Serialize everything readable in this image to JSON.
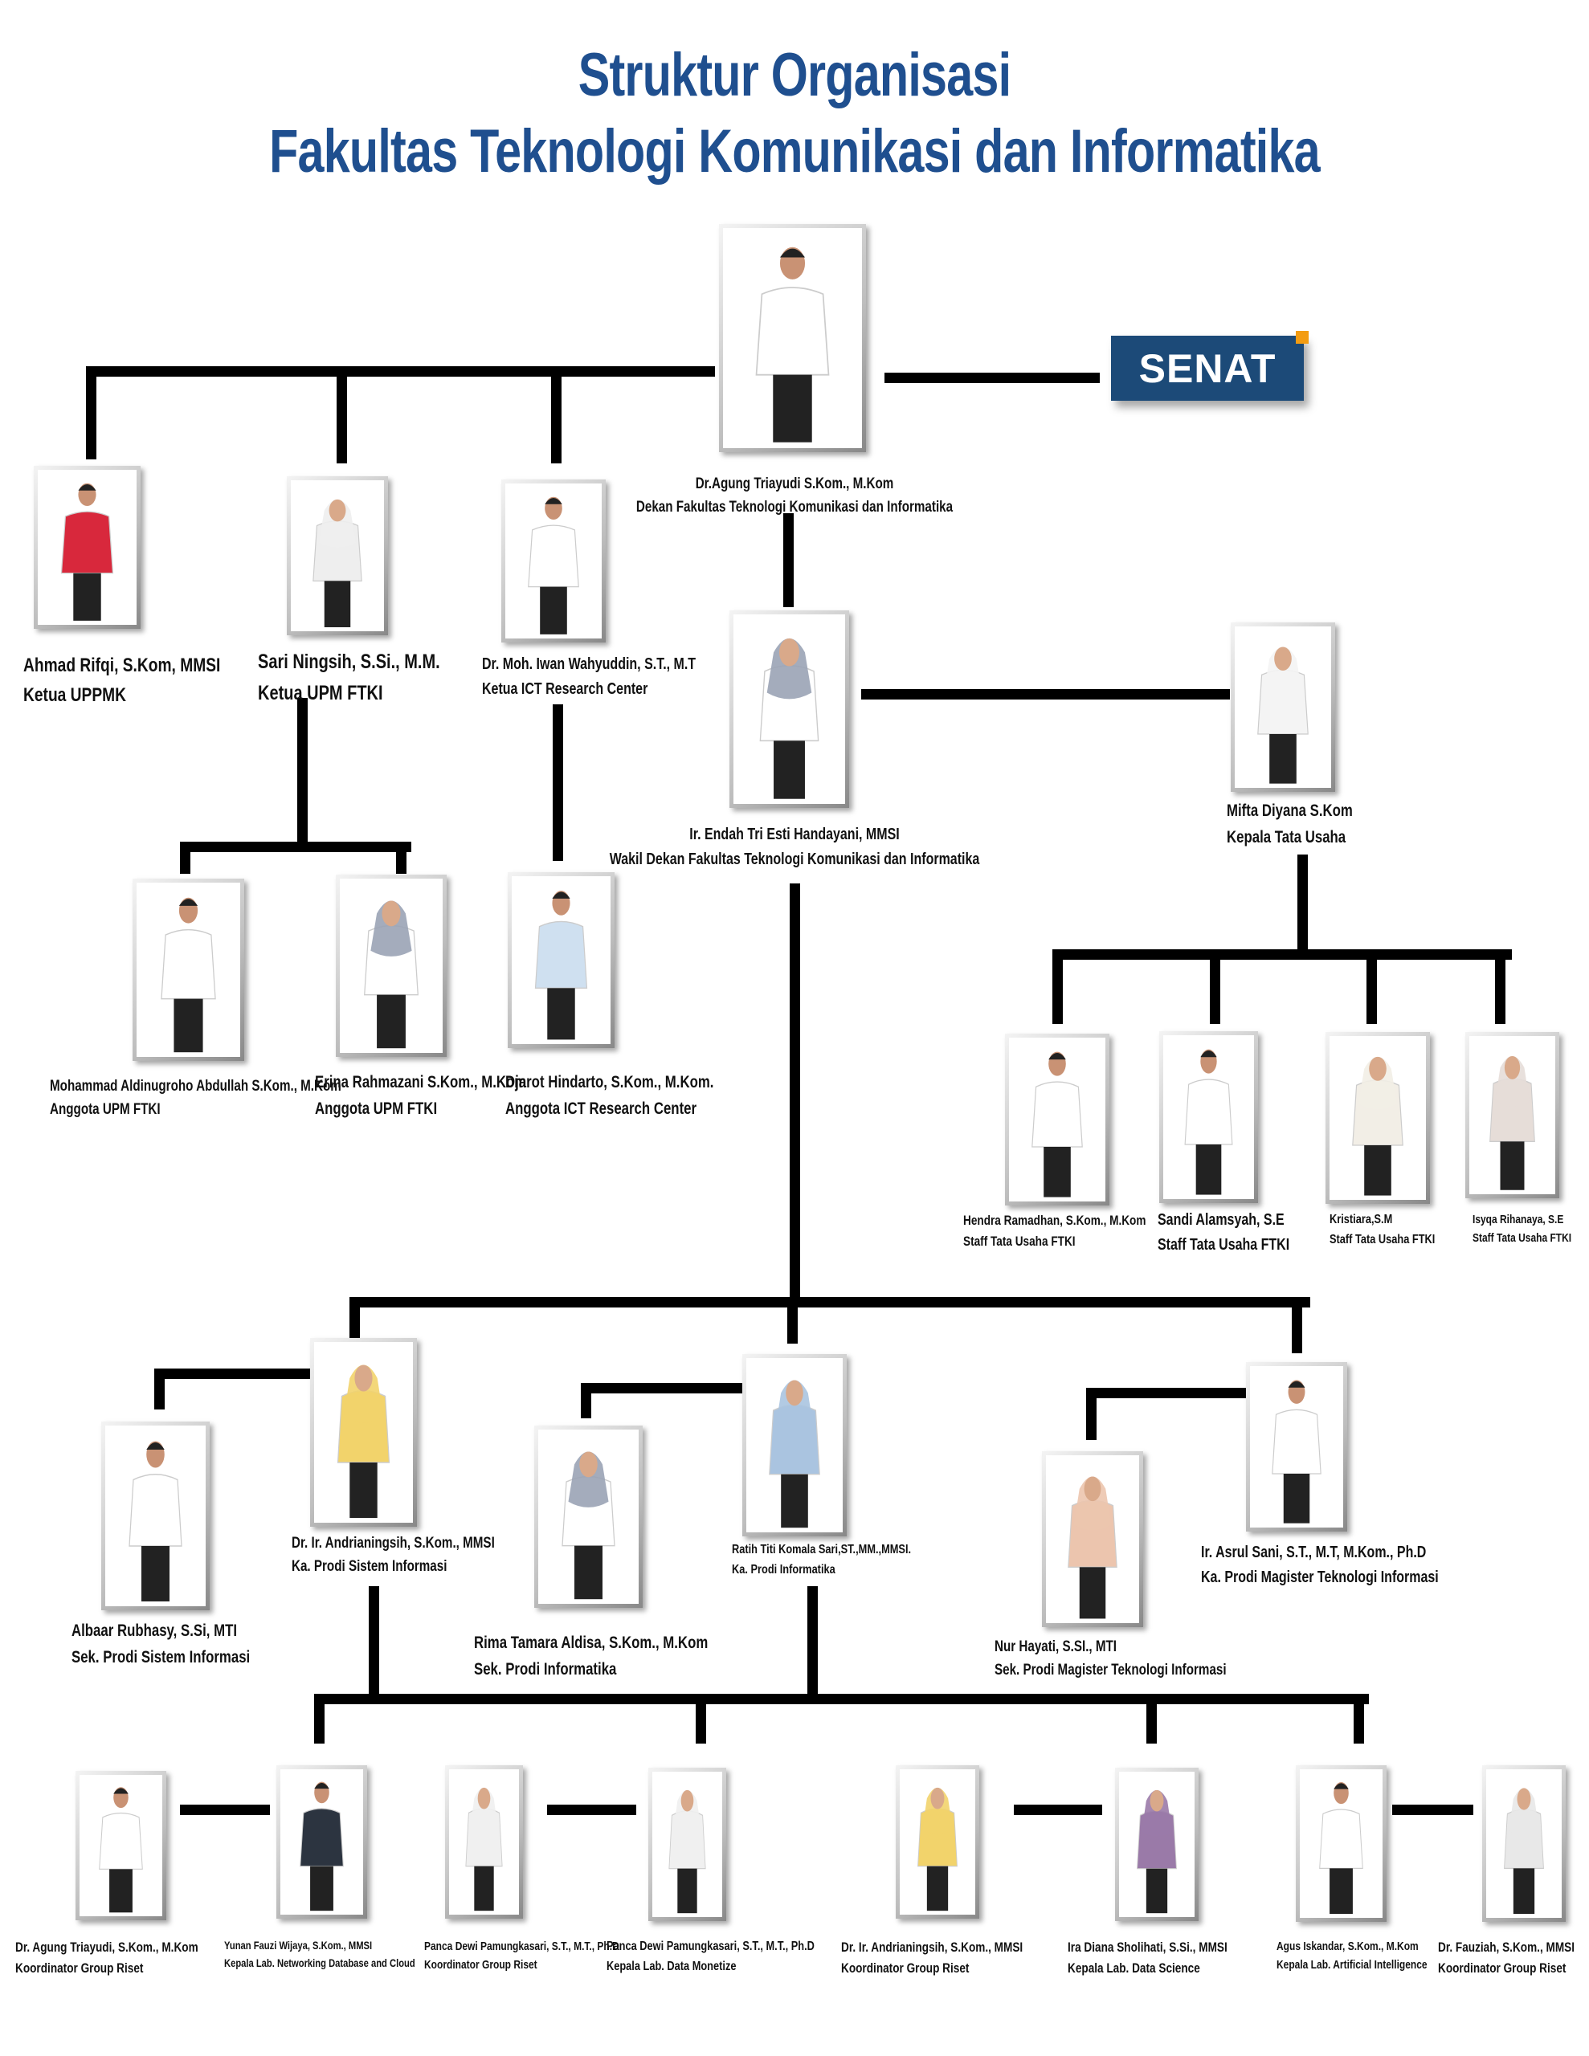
{
  "title": {
    "line1": "Struktur Organisasi",
    "line2": "Fakultas Teknologi Komunikasi dan Informatika"
  },
  "senat": {
    "label": "SENAT",
    "brand_color": "#1c4a78",
    "accent_color": "#f39c12"
  },
  "people": {
    "dekan": {
      "name": "Dr.Agung Triayudi S.Kom., M.Kom",
      "role": "Dekan Fakultas Teknologi Komunikasi dan Informatika",
      "shirt": "#ffffff"
    },
    "ahmad": {
      "name": "Ahmad Rifqi, S.Kom, MMSI",
      "role": "Ketua UPPMK",
      "shirt": "#d8283c"
    },
    "sari": {
      "name": "Sari Ningsih, S.Si., M.M.",
      "role": "Ketua UPM FTKI",
      "shirt": "#eeeeee"
    },
    "iwan": {
      "name": "Dr. Moh. Iwan Wahyuddin, S.T., M.T",
      "role": "Ketua ICT Research Center",
      "shirt": "#ffffff"
    },
    "wakil": {
      "name": "Ir. Endah Tri Esti Handayani, MMSI",
      "role": "Wakil Dekan Fakultas Teknologi Komunikasi dan Informatika",
      "shirt": "#ffffff"
    },
    "mifta": {
      "name": "Mifta Diyana S.Kom",
      "role": "Kepala Tata Usaha",
      "shirt": "#f4f4f4"
    },
    "mohammad": {
      "name": "Mohammad Aldinugroho Abdullah S.Kom., M.Kom",
      "role": "Anggota UPM FTKI",
      "shirt": "#ffffff"
    },
    "erina": {
      "name": "Erina Rahmazani S.Kom., M.Kom",
      "role": "Anggota UPM FTKI",
      "shirt": "#ffffff"
    },
    "djarot": {
      "name": "Djarot Hindarto, S.Kom., M.Kom.",
      "role": "Anggota ICT Research Center",
      "shirt": "#cfe0f0"
    },
    "hendra": {
      "name": "Hendra Ramadhan, S.Kom., M.Kom",
      "role": "Staff Tata Usaha FTKI",
      "shirt": "#ffffff"
    },
    "sandi": {
      "name": "Sandi Alamsyah, S.E",
      "role": "Staff Tata Usaha FTKI",
      "shirt": "#ffffff"
    },
    "kristiara": {
      "name": "Kristiara,S.M",
      "role": "Staff Tata Usaha FTKI",
      "shirt": "#f2eee6"
    },
    "isyqa": {
      "name": "Isyqa Rihanaya, S.E",
      "role": "Staff Tata Usaha FTKI",
      "shirt": "#e6ddd8"
    },
    "andri": {
      "name": "Dr. Ir. Andrianingsih, S.Kom., MMSI",
      "role": "Ka. Prodi Sistem Informasi",
      "shirt": "#f2d36b"
    },
    "albaar": {
      "name": "Albaar Rubhasy, S.Si, MTI",
      "role": "Sek. Prodi Sistem Informasi",
      "shirt": "#ffffff"
    },
    "ratih": {
      "name": "Ratih Titi Komala Sari,ST.,MM.,MMSI.",
      "role": "Ka. Prodi Informatika",
      "shirt": "#aac4e0"
    },
    "rima": {
      "name": "Rima Tamara Aldisa, S.Kom., M.Kom",
      "role": "Sek. Prodi Informatika",
      "shirt": "#ffffff"
    },
    "asrul": {
      "name": "Ir. Asrul Sani, S.T., M.T, M.Kom., Ph.D",
      "role": "Ka. Prodi Magister Teknologi Informasi",
      "shirt": "#ffffff"
    },
    "nur": {
      "name": "Nur Hayati, S.SI., MTI",
      "role": "Sek. Prodi Magister Teknologi Informasi",
      "shirt": "#ecc5ae"
    },
    "b1": {
      "name": "Dr. Agung Triayudi, S.Kom., M.Kom",
      "role": "Koordinator Group Riset",
      "shirt": "#ffffff"
    },
    "b2": {
      "name": "Yunan Fauzi Wijaya, S.Kom., MMSI",
      "role": "Kepala Lab. Networking Database and Cloud",
      "shirt": "#2c3440"
    },
    "b3": {
      "name": "Panca Dewi Pamungkasari, S.T., M.T., Ph.D",
      "role": "Koordinator Group Riset",
      "shirt": "#f0f0f0"
    },
    "b4": {
      "name": "Panca Dewi Pamungkasari, S.T., M.T., Ph.D",
      "role": "Kepala Lab. Data Monetize",
      "shirt": "#f0f0f0"
    },
    "b5": {
      "name": "Dr. Ir. Andrianingsih, S.Kom., MMSI",
      "role": "Koordinator Group Riset",
      "shirt": "#f2d36b"
    },
    "b6": {
      "name": "Ira Diana Sholihati, S.Si., MMSI",
      "role": "Kepala Lab. Data Science",
      "shirt": "#9a7aa8"
    },
    "b7": {
      "name": "Agus Iskandar, S.Kom., M.Kom",
      "role": "Kepala Lab. Artificial Intelligence",
      "shirt": "#ffffff"
    },
    "b8": {
      "name": "Dr. Fauziah, S.Kom., MMSI",
      "role": "Koordinator Group Riset",
      "shirt": "#e8e8e8"
    }
  }
}
